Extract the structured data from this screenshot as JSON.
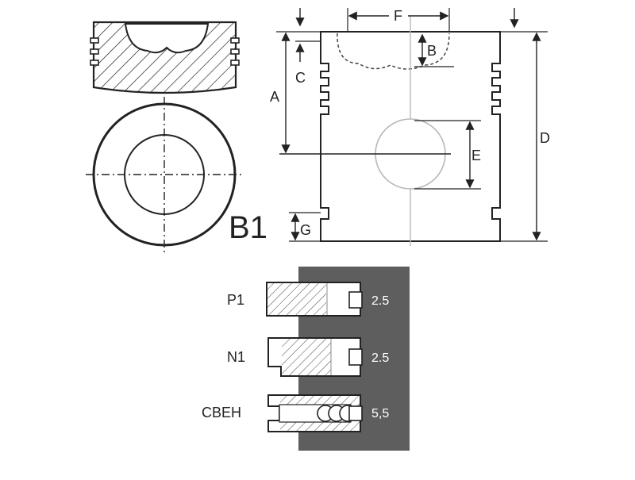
{
  "diagram": {
    "model_code": "B1",
    "dimensions": {
      "A": "A",
      "B": "B",
      "C": "C",
      "D": "D",
      "E": "E",
      "F": "F",
      "G": "G"
    },
    "rings": [
      {
        "name": "P1",
        "value": "2.5"
      },
      {
        "name": "N1",
        "value": "2.5"
      },
      {
        "name": "CBEH",
        "value": "5,5"
      }
    ],
    "colors": {
      "line": "#222222",
      "ring_panel": "#5e5e5e",
      "guide": "#b8b8b8"
    }
  }
}
